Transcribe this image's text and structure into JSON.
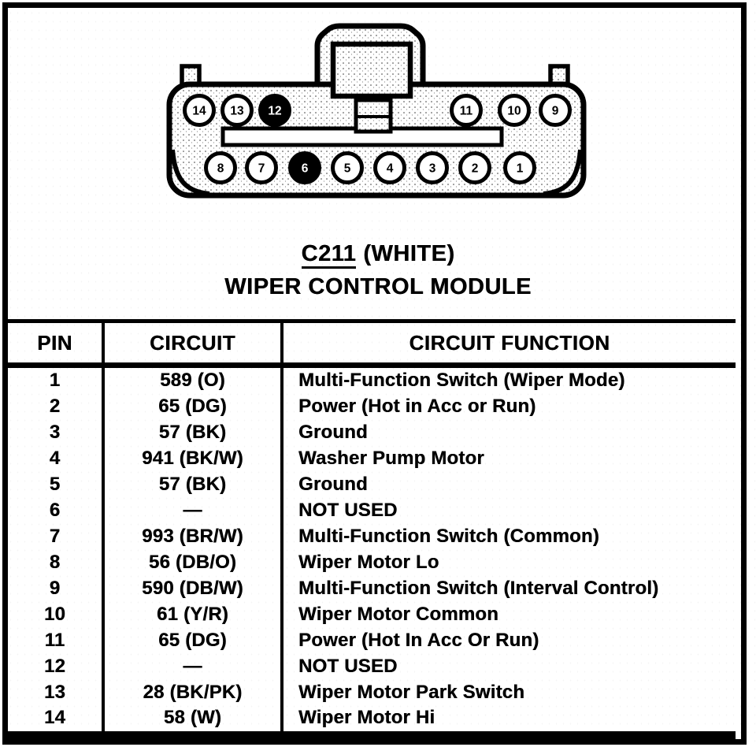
{
  "colors": {
    "ink": "#000000",
    "paper": "#ffffff"
  },
  "connector": {
    "name": "C211",
    "color_note": "(WHITE)",
    "subtitle": "WIPER CONTROL MODULE",
    "pins_top_row": [
      {
        "num": "14",
        "filled": false
      },
      {
        "num": "13",
        "filled": false
      },
      {
        "num": "12",
        "filled": true
      },
      {
        "num": "11",
        "filled": false
      },
      {
        "num": "10",
        "filled": false
      },
      {
        "num": "9",
        "filled": false
      }
    ],
    "pins_bottom_row": [
      {
        "num": "8",
        "filled": false
      },
      {
        "num": "7",
        "filled": false
      },
      {
        "num": "6",
        "filled": true
      },
      {
        "num": "5",
        "filled": false
      },
      {
        "num": "4",
        "filled": false
      },
      {
        "num": "3",
        "filled": false
      },
      {
        "num": "2",
        "filled": false
      },
      {
        "num": "1",
        "filled": false
      }
    ]
  },
  "table": {
    "headers": [
      "PIN",
      "CIRCUIT",
      "CIRCUIT FUNCTION"
    ],
    "rows": [
      {
        "pin": "1",
        "circuit": "589 (O)",
        "function": "Multi-Function Switch (Wiper Mode)"
      },
      {
        "pin": "2",
        "circuit": "65 (DG)",
        "function": "Power (Hot in Acc or Run)"
      },
      {
        "pin": "3",
        "circuit": "57 (BK)",
        "function": "Ground"
      },
      {
        "pin": "4",
        "circuit": "941 (BK/W)",
        "function": "Washer Pump Motor"
      },
      {
        "pin": "5",
        "circuit": "57 (BK)",
        "function": "Ground"
      },
      {
        "pin": "6",
        "circuit": "—",
        "function": "NOT USED"
      },
      {
        "pin": "7",
        "circuit": "993 (BR/W)",
        "function": "Multi-Function Switch (Common)"
      },
      {
        "pin": "8",
        "circuit": "56 (DB/O)",
        "function": "Wiper Motor Lo"
      },
      {
        "pin": "9",
        "circuit": "590 (DB/W)",
        "function": "Multi-Function Switch (Interval Control)"
      },
      {
        "pin": "10",
        "circuit": "61 (Y/R)",
        "function": "Wiper Motor Common"
      },
      {
        "pin": "11",
        "circuit": "65 (DG)",
        "function": "Power (Hot In Acc Or Run)"
      },
      {
        "pin": "12",
        "circuit": "—",
        "function": "NOT USED"
      },
      {
        "pin": "13",
        "circuit": "28 (BK/PK)",
        "function": "Wiper Motor Park Switch"
      },
      {
        "pin": "14",
        "circuit": "58 (W)",
        "function": "Wiper Motor Hi"
      }
    ]
  }
}
